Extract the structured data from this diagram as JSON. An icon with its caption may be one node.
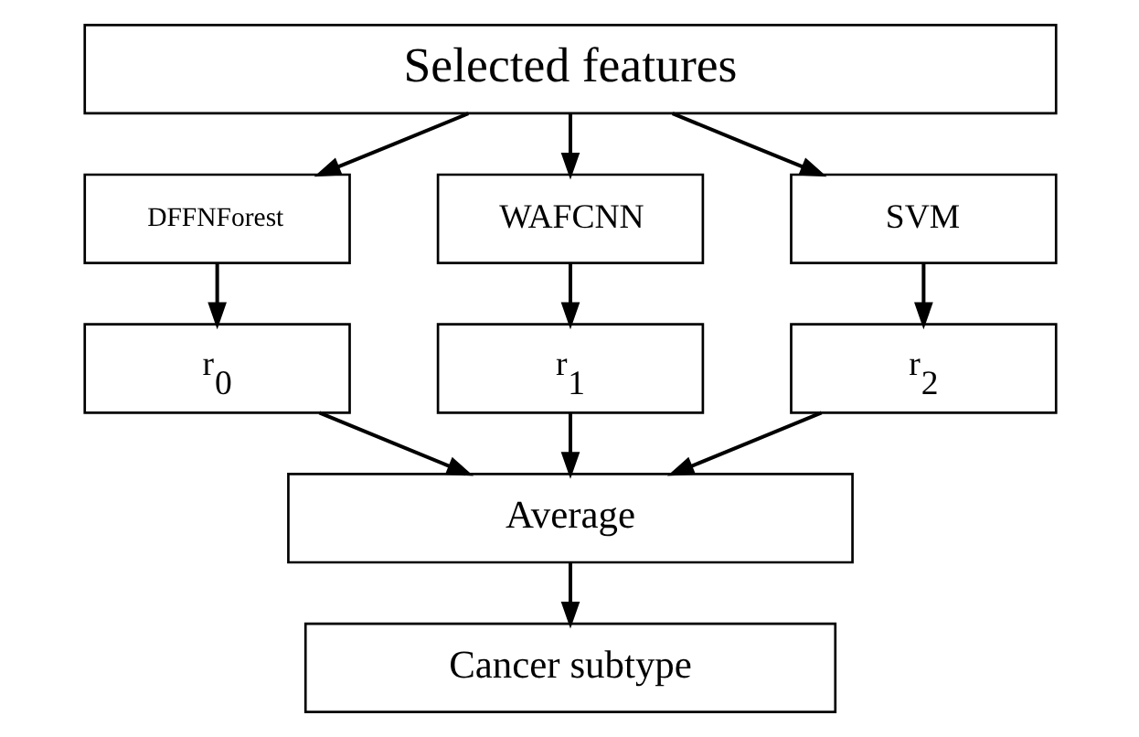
{
  "diagram": {
    "nodes": [
      {
        "text": [
          "Selected features"
        ]
      },
      {
        "text": [
          "DFFNForest"
        ]
      },
      {
        "text": [
          "WAFCNN"
        ]
      },
      {
        "text": [
          "SVM"
        ]
      },
      {
        "text": [
          "r$_{0}$"
        ]
      },
      {
        "text": [
          "r$_{1}$"
        ]
      },
      {
        "text": [
          "r$_{2}$"
        ]
      },
      {
        "text": [
          "Average"
        ]
      },
      {
        "text": [
          "Cancer subtype"
        ]
      }
    ],
    "edges": [
      {
        "from": 0,
        "to": 1,
        "arrow": "to"
      },
      {
        "from": 0,
        "to": 2,
        "arrow": "to"
      },
      {
        "from": 0,
        "to": 3,
        "arrow": "to"
      },
      {
        "from": 1,
        "to": 4,
        "arrow": "to"
      },
      {
        "from": 2,
        "to": 5,
        "arrow": "to"
      },
      {
        "from": 3,
        "to": 6,
        "arrow": "to"
      },
      {
        "from": 4,
        "to": 7,
        "arrow": "to"
      },
      {
        "from": 5,
        "to": 7,
        "arrow": "to"
      },
      {
        "from": 6,
        "to": 7,
        "arrow": "to"
      },
      {
        "from": 7,
        "to": 8,
        "arrow": "to"
      }
    ]
  }
}
